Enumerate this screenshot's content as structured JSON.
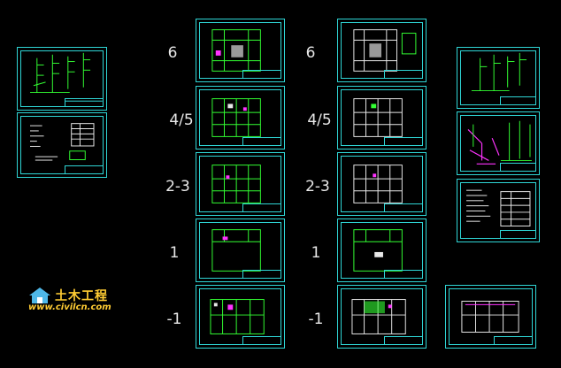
{
  "floor_labels": {
    "f6": "6",
    "f45": "4/5",
    "f23": "2-3",
    "f1": "1",
    "fm1": "-1"
  },
  "logo": {
    "name": "土木工程",
    "url": "www.civilcn.com"
  },
  "colors": {
    "background": "#000000",
    "frame": "#2fd6d6",
    "drawing": "#33ff33",
    "accent": "#ff33ff",
    "label": "#e8e8e8",
    "logo": "#ffcc33"
  }
}
